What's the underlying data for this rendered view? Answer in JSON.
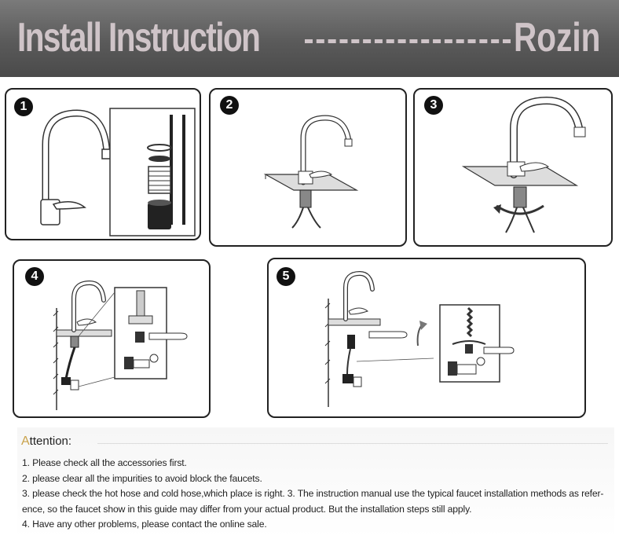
{
  "header": {
    "title": "Install Instruction",
    "brand": "Rozin"
  },
  "steps": [
    {
      "number": "1"
    },
    {
      "number": "2"
    },
    {
      "number": "3"
    },
    {
      "number": "4"
    },
    {
      "number": "5"
    }
  ],
  "attention": {
    "title_first_letter": "A",
    "title_rest": "ttention:",
    "items": [
      "1.  Please check all the accessories first.",
      "2.  please clear all the impurities to avoid block the faucets.",
      "3.  please check the hot hose and cold hose,which place is right. 3.  The instruction manual use the typical faucet installation methods as refer-",
      "ence, so the faucet show in this   guide may differ from your actual product. But the installation steps still apply.",
      "4.  Have any other problems, please contact the online sale."
    ]
  },
  "colors": {
    "header_text": "#cfc4c8",
    "attention_accent": "#c9a24a"
  }
}
